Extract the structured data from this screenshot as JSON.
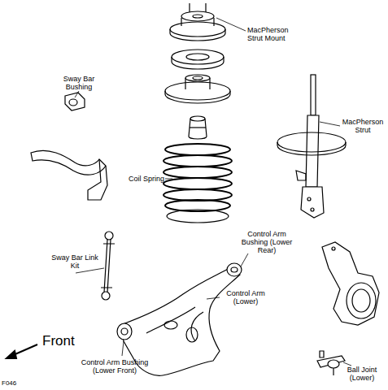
{
  "diagram": {
    "labels": [
      "MacPherson Strut Mount",
      "Sway Bar Bushing",
      "MacPherson Strut",
      "Coil Spring",
      "Sway Bar Link Kit",
      "Control Arm Bushing (Lower Rear)",
      "Control Arm (Lower)",
      "Front",
      "Control Arm Bushing (Lower Front)",
      "Ball Joint (Lower)",
      "F046"
    ]
  }
}
